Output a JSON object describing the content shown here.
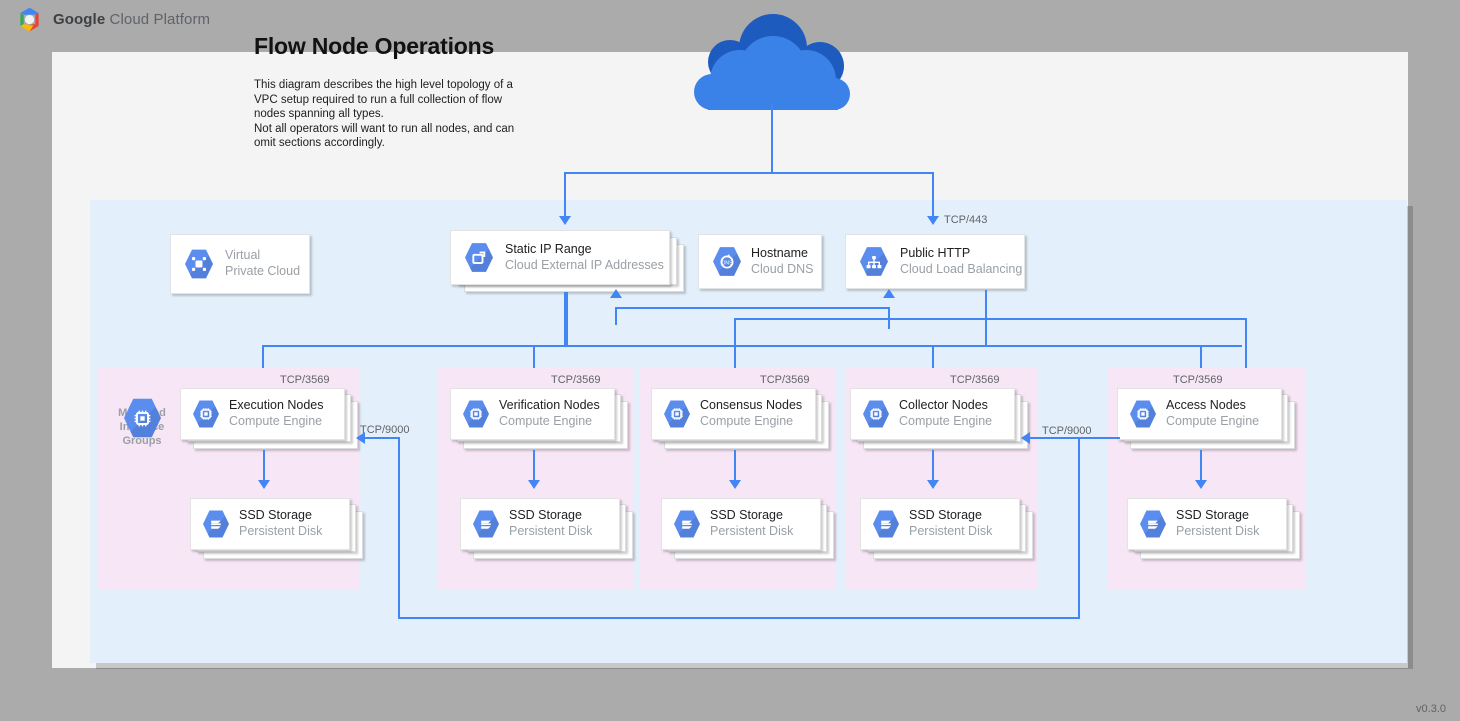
{
  "header": {
    "brand_bold": "Google",
    "brand_rest": " Cloud Platform",
    "logo_icon": "google-cloud-hexagon-icon"
  },
  "document": {
    "title": "Flow Node Operations",
    "description_lines": [
      "This diagram describes the high level topology of a",
      "VPC setup required to run a full collection of flow",
      "nodes spanning all types.",
      "Not all operators will want to run all nodes, and can",
      "omit sections accordingly."
    ],
    "version": "v0.3.0"
  },
  "internet": {
    "icon": "cloud-icon"
  },
  "top_services": [
    {
      "id": "vpc",
      "title": "Virtual",
      "subtitle": "Private Cloud",
      "icon": "virtual-private-cloud-icon",
      "muted": true,
      "stacked": false
    },
    {
      "id": "static-ip",
      "title": "Static IP Range",
      "subtitle": "Cloud External IP Addresses",
      "icon": "external-ip-icon",
      "muted": false,
      "stacked": true
    },
    {
      "id": "hostname",
      "title": "Hostname",
      "subtitle": "Cloud DNS",
      "icon": "cloud-dns-icon",
      "muted": false,
      "stacked": false
    },
    {
      "id": "public-http",
      "title": "Public HTTP",
      "subtitle": "Cloud Load Balancing",
      "icon": "load-balancing-icon",
      "muted": false,
      "stacked": false
    }
  ],
  "managed_instance_groups": {
    "caption": "Managed\nInstance\nGroups",
    "icon": "compute-engine-icon"
  },
  "node_groups": [
    {
      "id": "execution",
      "node_title": "Execution Nodes",
      "node_subtitle": "Compute Engine",
      "node_icon": "compute-engine-icon",
      "storage_title": "SSD Storage",
      "storage_subtitle": "Persistent Disk",
      "storage_icon": "persistent-disk-icon",
      "inbound_port": "TCP/3569"
    },
    {
      "id": "verification",
      "node_title": "Verification Nodes",
      "node_subtitle": "Compute Engine",
      "node_icon": "compute-engine-icon",
      "storage_title": "SSD Storage",
      "storage_subtitle": "Persistent Disk",
      "storage_icon": "persistent-disk-icon",
      "inbound_port": "TCP/3569"
    },
    {
      "id": "consensus",
      "node_title": "Consensus Nodes",
      "node_subtitle": "Compute Engine",
      "node_icon": "compute-engine-icon",
      "storage_title": "SSD Storage",
      "storage_subtitle": "Persistent Disk",
      "storage_icon": "persistent-disk-icon",
      "inbound_port": "TCP/3569"
    },
    {
      "id": "collector",
      "node_title": "Collector Nodes",
      "node_subtitle": "Compute Engine",
      "node_icon": "compute-engine-icon",
      "storage_title": "SSD Storage",
      "storage_subtitle": "Persistent Disk",
      "storage_icon": "persistent-disk-icon",
      "inbound_port": "TCP/3569"
    },
    {
      "id": "access",
      "node_title": "Access Nodes",
      "node_subtitle": "Compute Engine",
      "node_icon": "compute-engine-icon",
      "storage_title": "SSD Storage",
      "storage_subtitle": "Persistent Disk",
      "storage_icon": "persistent-disk-icon",
      "inbound_port": "TCP/3569"
    }
  ],
  "port_labels": {
    "https": "TCP/443",
    "access_extra": "TCP/9000",
    "access_to_collector": "TCP/9000",
    "access_to_execution": "TCP/9000"
  },
  "colors": {
    "page_background": "#f4f4f4",
    "outer_background": "#ababab",
    "vpc_region": "#e3f0fc",
    "node_group_region": "#f7e6f5",
    "connector": "#4285f4",
    "icon_blue": "#5b8def",
    "cloud_front": "#3b82e8",
    "cloud_back": "#1d5bbf",
    "muted_text": "#9aa0a6",
    "body_text": "#202124"
  }
}
